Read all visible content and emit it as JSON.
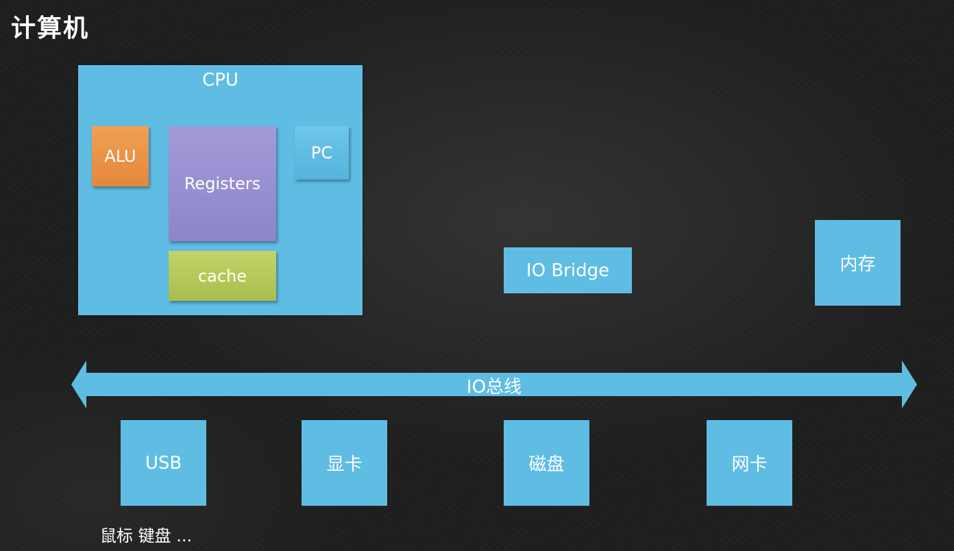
{
  "page": {
    "title": "计算机"
  },
  "cpu": {
    "label": "CPU",
    "alu": "ALU",
    "registers": "Registers",
    "pc": "PC",
    "cache": "cache"
  },
  "io_bridge": {
    "label": "IO Bridge"
  },
  "memory": {
    "label": "内存"
  },
  "bus": {
    "label": "IO总线"
  },
  "devices": {
    "usb": "USB",
    "gpu": "显卡",
    "disk": "磁盘",
    "nic": "网卡",
    "usb_note": "鼠标 键盘 ..."
  },
  "colors": {
    "background": "#1e1e1e",
    "box_blue": "#5fbde4",
    "alu_orange": "#e5873a",
    "registers_purple": "#8c86c9",
    "cache_green": "#a9bd4c",
    "text": "#ffffff"
  }
}
